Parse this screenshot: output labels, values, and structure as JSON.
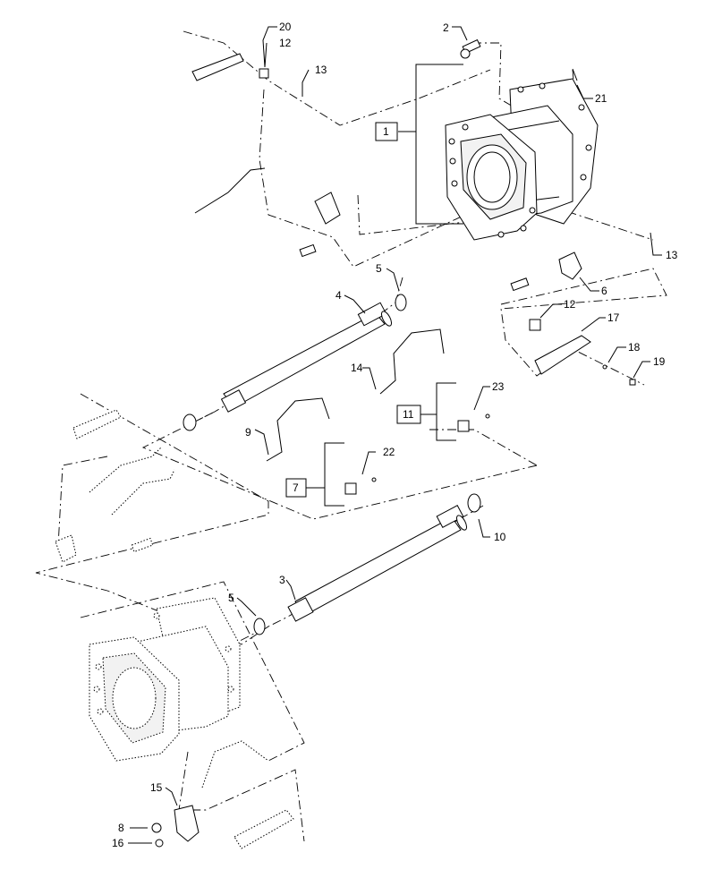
{
  "callouts": {
    "c1": "1",
    "c2": "2",
    "c3": "3",
    "c4": "4",
    "c5a": "5",
    "c5b": "5",
    "c6": "6",
    "c7": "7",
    "c8": "8",
    "c9": "9",
    "c10": "10",
    "c11": "11",
    "c12a": "12",
    "c12b": "12",
    "c13a": "13",
    "c13b": "13",
    "c14": "14",
    "c15": "15",
    "c16": "16",
    "c17": "17",
    "c18": "18",
    "c19": "19",
    "c20": "20",
    "c21": "21",
    "c22": "22",
    "c23": "23"
  }
}
